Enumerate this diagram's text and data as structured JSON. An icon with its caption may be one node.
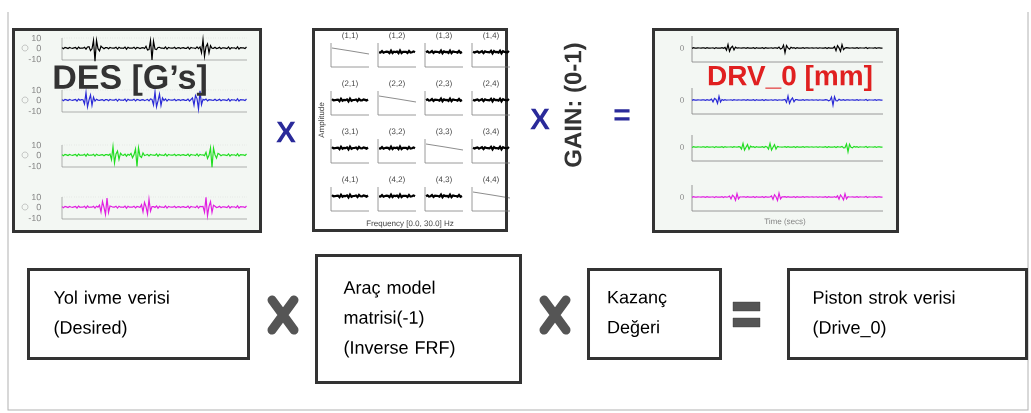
{
  "diagram": {
    "nodes": [
      {
        "text": [
          "DES  [G’s]"
        ]
      },
      {
        "text": [],
        "shape": "picture"
      },
      {
        "text": [
          "DRV_0  [mm]"
        ]
      },
      {
        "text": [
          "Yol ivme verisi (Desired)"
        ]
      },
      {
        "text": [
          "Araç model matrisi(-1) (Inverse FRF)"
        ]
      },
      {
        "text": [
          "Kazanç Değeri"
        ]
      },
      {
        "text": [
          "Piston strok verisi (Drive_0)"
        ]
      }
    ],
    "labels": [
      "10",
      "0",
      "-10",
      "10",
      "0",
      "-10",
      "10",
      "0",
      "-10",
      "10",
      "0",
      "-10",
      "X",
      "(1,1)",
      "(1,2)",
      "(1,3)",
      "(1,4)",
      "(2,1)",
      "(2,2)",
      "(2,3)",
      "(2,4)",
      "(3,1)",
      "(3,2)",
      "(3,3)",
      "(3,4)",
      "(4,1)",
      "(4,2)",
      "(4,3)",
      "(4,4)",
      "Amplitude",
      "Frequency [0.0, 30.0] Hz",
      "X",
      "GAIN: (0-1)",
      "=",
      "0",
      "0",
      "0",
      "0",
      "Time (secs)"
    ]
  }
}
